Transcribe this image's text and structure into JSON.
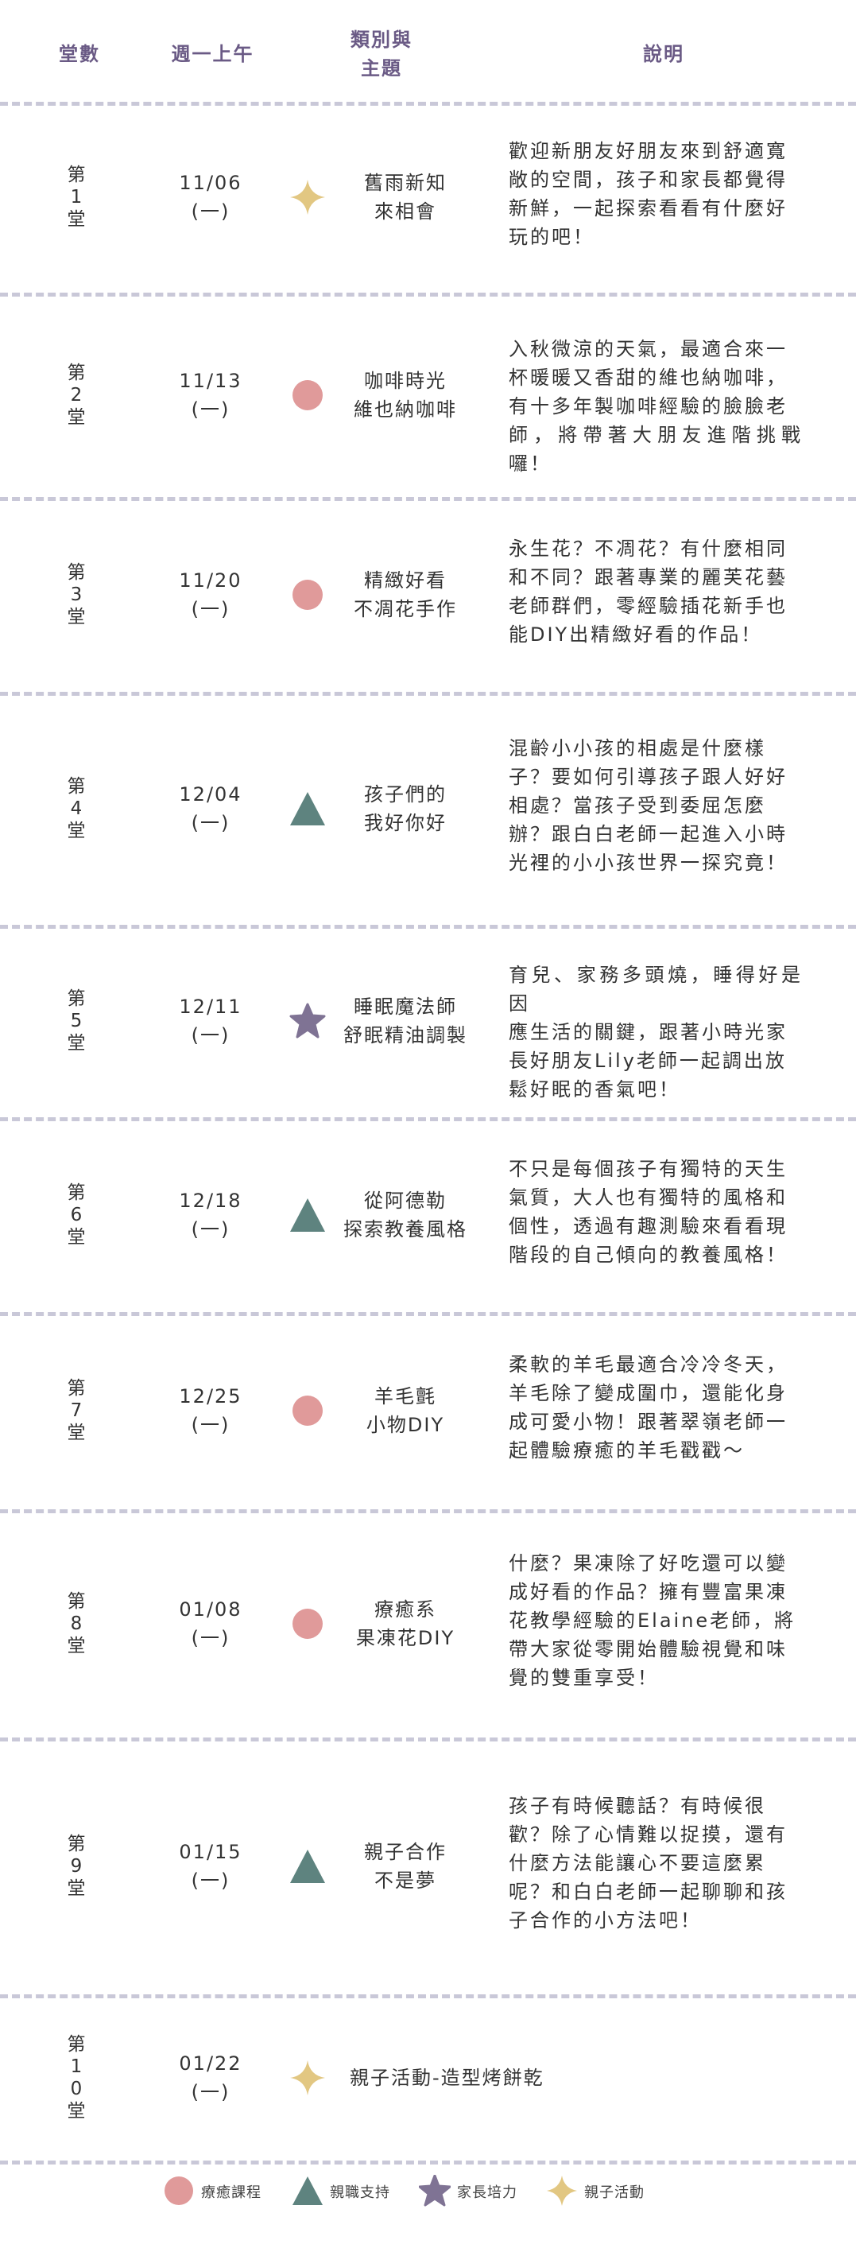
{
  "header": {
    "col_num": "堂數",
    "col_time": "週一上午",
    "col_topic_line1": "類別與",
    "col_topic_line2": "主題",
    "col_desc": "說明"
  },
  "colors": {
    "healing": "#e09a9a",
    "career": "#5e837f",
    "parent": "#7f7394",
    "activity": "#e2c782",
    "divider": "#c9c8d8",
    "header_text": "#6a5a85"
  },
  "rows": [
    {
      "num": [
        "第",
        "1",
        "堂"
      ],
      "date": "11/06",
      "weekday": "(一)",
      "icon": "star4-activity-icon",
      "topic": [
        "舊雨新知",
        "來相會"
      ],
      "desc": [
        "歡迎新朋友好朋友來到舒適寬",
        "敞的空間，孩子和家長都覺得",
        "新鮮，一起探索看看有什麼好",
        "玩的吧！"
      ]
    },
    {
      "num": [
        "第",
        "2",
        "堂"
      ],
      "date": "11/13",
      "weekday": "(一)",
      "icon": "circle-healing-icon",
      "topic": [
        "咖啡時光",
        "維也納咖啡"
      ],
      "desc": [
        "入秋微涼的天氣，最適合來一",
        "杯暖暖又香甜的維也納咖啡，",
        "有十多年製咖啡經驗的臉臉老",
        "師，將帶著大朋友進階挑戰囉！"
      ]
    },
    {
      "num": [
        "第",
        "3",
        "堂"
      ],
      "date": "11/20",
      "weekday": "(一)",
      "icon": "circle-healing-icon",
      "topic": [
        "精緻好看",
        "不凋花手作"
      ],
      "desc": [
        "永生花？不凋花？有什麼相同",
        "和不同？跟著專業的麗芙花藝",
        "老師群們，零經驗插花新手也",
        "能DIY出精緻好看的作品！"
      ]
    },
    {
      "num": [
        "第",
        "4",
        "堂"
      ],
      "date": "12/04",
      "weekday": "(一)",
      "icon": "triangle-career-icon",
      "topic": [
        "孩子們的",
        "我好你好"
      ],
      "desc": [
        "混齡小小孩的相處是什麼樣",
        "子？要如何引導孩子跟人好好",
        "相處？當孩子受到委屈怎麼",
        "辦？跟白白老師一起進入小時",
        "光裡的小小孩世界一探究竟！"
      ]
    },
    {
      "num": [
        "第",
        "5",
        "堂"
      ],
      "date": "12/11",
      "weekday": "(一)",
      "icon": "star5-parent-icon",
      "topic": [
        "睡眠魔法師",
        "舒眠精油調製"
      ],
      "desc": [
        "育兒、家務多頭燒，睡得好是因",
        "應生活的關鍵，跟著小時光家",
        "長好朋友Lily老師一起調出放",
        "鬆好眠的香氣吧！"
      ]
    },
    {
      "num": [
        "第",
        "6",
        "堂"
      ],
      "date": "12/18",
      "weekday": "(一)",
      "icon": "triangle-career-icon",
      "topic": [
        "從阿德勒",
        "探索教養風格"
      ],
      "desc": [
        "不只是每個孩子有獨特的天生",
        "氣質，大人也有獨特的風格和",
        "個性，透過有趣測驗來看看現",
        "階段的自己傾向的教養風格！"
      ]
    },
    {
      "num": [
        "第",
        "7",
        "堂"
      ],
      "date": "12/25",
      "weekday": "(一)",
      "icon": "circle-healing-icon",
      "topic": [
        "羊毛氈",
        "小物DIY"
      ],
      "desc": [
        "柔軟的羊毛最適合冷冷冬天，",
        "羊毛除了變成圍巾，還能化身",
        "成可愛小物！跟著翠嶺老師一",
        "起體驗療癒的羊毛戳戳～"
      ]
    },
    {
      "num": [
        "第",
        "8",
        "堂"
      ],
      "date": "01/08",
      "weekday": "(一)",
      "icon": "circle-healing-icon",
      "topic": [
        "療癒系",
        "果凍花DIY"
      ],
      "desc": [
        "什麼？果凍除了好吃還可以變",
        "成好看的作品？擁有豐富果凍",
        "花教學經驗的Elaine老師，將",
        "帶大家從零開始體驗視覺和味",
        "覺的雙重享受！"
      ]
    },
    {
      "num": [
        "第",
        "9",
        "堂"
      ],
      "date": "01/15",
      "weekday": "(一)",
      "icon": "triangle-career-icon",
      "topic": [
        "親子合作",
        "不是夢"
      ],
      "desc": [
        "孩子有時候聽話？有時候很",
        "歡？除了心情難以捉摸，還有",
        "什麼方法能讓心不要這麼累",
        "呢？和白白老師一起聊聊和孩",
        "子合作的小方法吧！"
      ]
    },
    {
      "num": [
        "第",
        "1",
        "0",
        "堂"
      ],
      "date": "01/22",
      "weekday": "(一)",
      "icon": "star4-activity-icon",
      "topic": [
        "親子活動-造型烤餅乾"
      ],
      "desc": []
    }
  ],
  "legend": [
    {
      "icon": "circle-healing-icon",
      "label": "療癒課程"
    },
    {
      "icon": "triangle-career-icon",
      "label": "親職支持"
    },
    {
      "icon": "star5-parent-icon",
      "label": "家長培力"
    },
    {
      "icon": "star4-activity-icon",
      "label": "親子活動"
    }
  ]
}
